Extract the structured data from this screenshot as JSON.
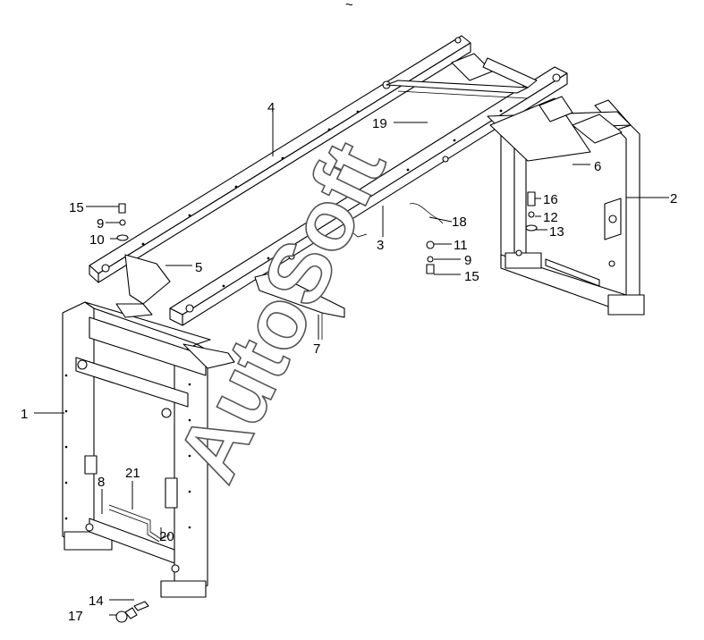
{
  "watermark": "AutoSoft",
  "top_mark": "~",
  "labels": {
    "p1": "1",
    "p2": "2",
    "p3": "3",
    "p4": "4",
    "p5": "5",
    "p6": "6",
    "p7": "7",
    "p8": "8",
    "p9a": "9",
    "p9b": "9",
    "p10": "10",
    "p11": "11",
    "p12": "12",
    "p13": "13",
    "p14": "14",
    "p15a": "15",
    "p15b": "15",
    "p16": "16",
    "p17": "17",
    "p18": "18",
    "p19": "19",
    "p20": "20",
    "p21": "21"
  }
}
